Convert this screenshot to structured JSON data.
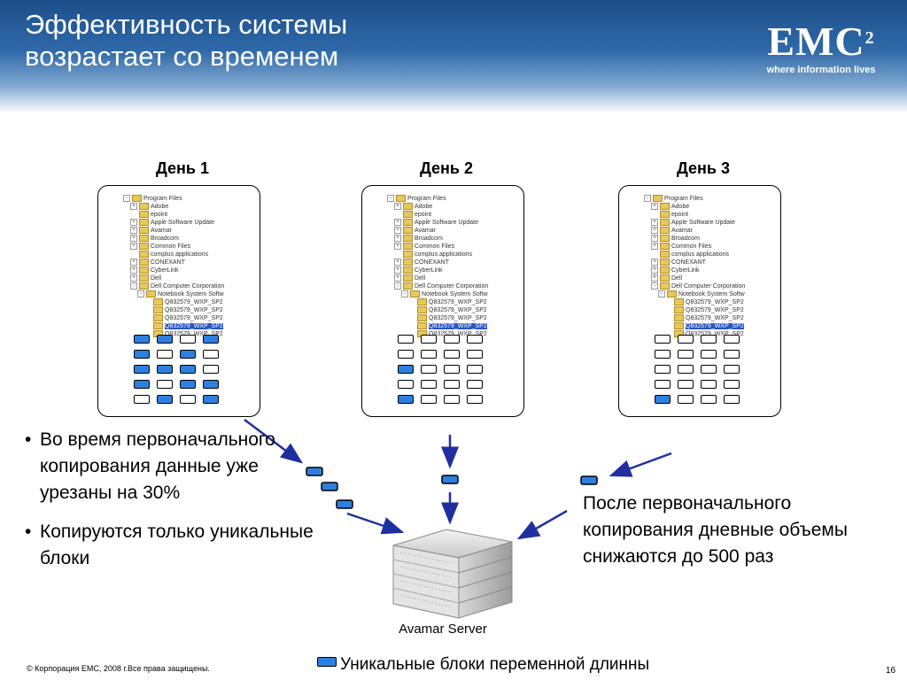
{
  "title": {
    "line1": "Эффективность системы",
    "line2": "возрастает со временем"
  },
  "logo": {
    "brand": "EMC",
    "superscript": "2",
    "tagline": "where information lives"
  },
  "days": [
    {
      "label": "День 1",
      "active_blocks": [
        0,
        1,
        3,
        4,
        6,
        8,
        9,
        10,
        12,
        14,
        15,
        17,
        19
      ]
    },
    {
      "label": "День 2",
      "active_blocks": [
        8,
        16
      ]
    },
    {
      "label": "День 3",
      "active_blocks": [
        16
      ]
    }
  ],
  "tree": [
    {
      "text": "Program Files",
      "level": 0,
      "exp": "-"
    },
    {
      "text": "Adobe",
      "level": 1,
      "exp": "+"
    },
    {
      "text": "epoint",
      "level": 1,
      "exp": ""
    },
    {
      "text": "Apple Software Update",
      "level": 1,
      "exp": "+"
    },
    {
      "text": "Avamar",
      "level": 1,
      "exp": "+"
    },
    {
      "text": "Broadcom",
      "level": 1,
      "exp": "+"
    },
    {
      "text": "Common Files",
      "level": 1,
      "exp": "+"
    },
    {
      "text": "complus applications",
      "level": 1,
      "exp": ""
    },
    {
      "text": "CONEXANT",
      "level": 1,
      "exp": "+"
    },
    {
      "text": "CyberLink",
      "level": 1,
      "exp": "+"
    },
    {
      "text": "Dell",
      "level": 1,
      "exp": "+"
    },
    {
      "text": "Dell Computer Corporation",
      "level": 1,
      "exp": "-"
    },
    {
      "text": "Notebook System Softw",
      "level": 2,
      "exp": "-"
    },
    {
      "text": "Q832579_WXP_SP2",
      "level": 3,
      "exp": ""
    },
    {
      "text": "Q832579_WXP_SP2",
      "level": 3,
      "exp": ""
    },
    {
      "text": "Q832579_WXP_SP2",
      "level": 3,
      "exp": ""
    },
    {
      "text": "Q832579_WXP_SP2",
      "level": 3,
      "exp": "",
      "selected": true
    },
    {
      "text": "Q832579_WXP_SP2",
      "level": 3,
      "exp": ""
    }
  ],
  "bullets": [
    "Во время первоначального копирования данные уже урезаны на 30%",
    "Копируются только уникальные блоки"
  ],
  "bullet_symbol": "•",
  "right_text": "После первоначального копирования дневные объемы снижаются до 500 раз",
  "server_label": "Avamar Server",
  "legend": "Уникальные блоки переменной длинны",
  "copyright": "© Корпорация EMC, 2008 г.Все права защищены.",
  "page_number": "16",
  "colors": {
    "block_active": "#2f7fe0",
    "arrow": "#1f2fa0",
    "header": "#1c4f8a"
  }
}
